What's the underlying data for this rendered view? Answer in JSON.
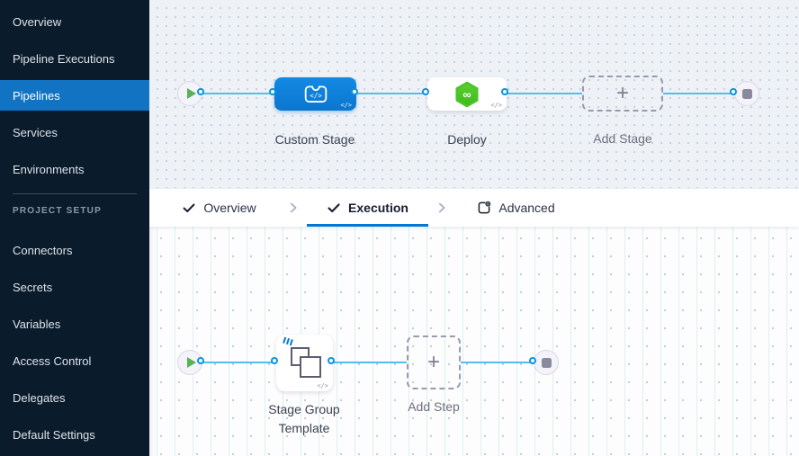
{
  "sidebar": {
    "items": [
      {
        "label": "Overview",
        "selected": false
      },
      {
        "label": "Pipeline Executions",
        "selected": false
      },
      {
        "label": "Pipelines",
        "selected": true
      },
      {
        "label": "Services",
        "selected": false
      },
      {
        "label": "Environments",
        "selected": false
      }
    ],
    "section_label": "PROJECT SETUP",
    "section_items": [
      {
        "label": "Connectors"
      },
      {
        "label": "Secrets"
      },
      {
        "label": "Variables"
      },
      {
        "label": "Access Control"
      },
      {
        "label": "Delegates"
      },
      {
        "label": "Default Settings"
      }
    ]
  },
  "stage_canvas": {
    "nodes": {
      "custom_stage": {
        "label": "Custom Stage"
      },
      "deploy": {
        "label": "Deploy"
      },
      "add_stage": {
        "label": "Add Stage"
      }
    }
  },
  "tab_bar": {
    "tabs": [
      {
        "label": "Overview",
        "completed": true,
        "active": false
      },
      {
        "label": "Execution",
        "completed": true,
        "active": true
      },
      {
        "label": "Advanced",
        "completed": false,
        "active": false
      }
    ]
  },
  "execution_canvas": {
    "nodes": {
      "stage_group_template": {
        "label": "Stage Group Template"
      },
      "add_step": {
        "label": "Add Step"
      }
    }
  },
  "icons": {
    "plus": "+",
    "code_badge": "</>",
    "infinity": "∞"
  },
  "colors": {
    "accent_blue": "#0278d5",
    "sidebar_bg": "#0a1b2c",
    "selected_item_blue": "#1173c2",
    "edge_blue": "#55bcec",
    "custom_stage_blue": "#0d83dc",
    "deploy_green": "#4cc42a",
    "play_green": "#58b257",
    "stop_gray": "#8a8a9e"
  }
}
